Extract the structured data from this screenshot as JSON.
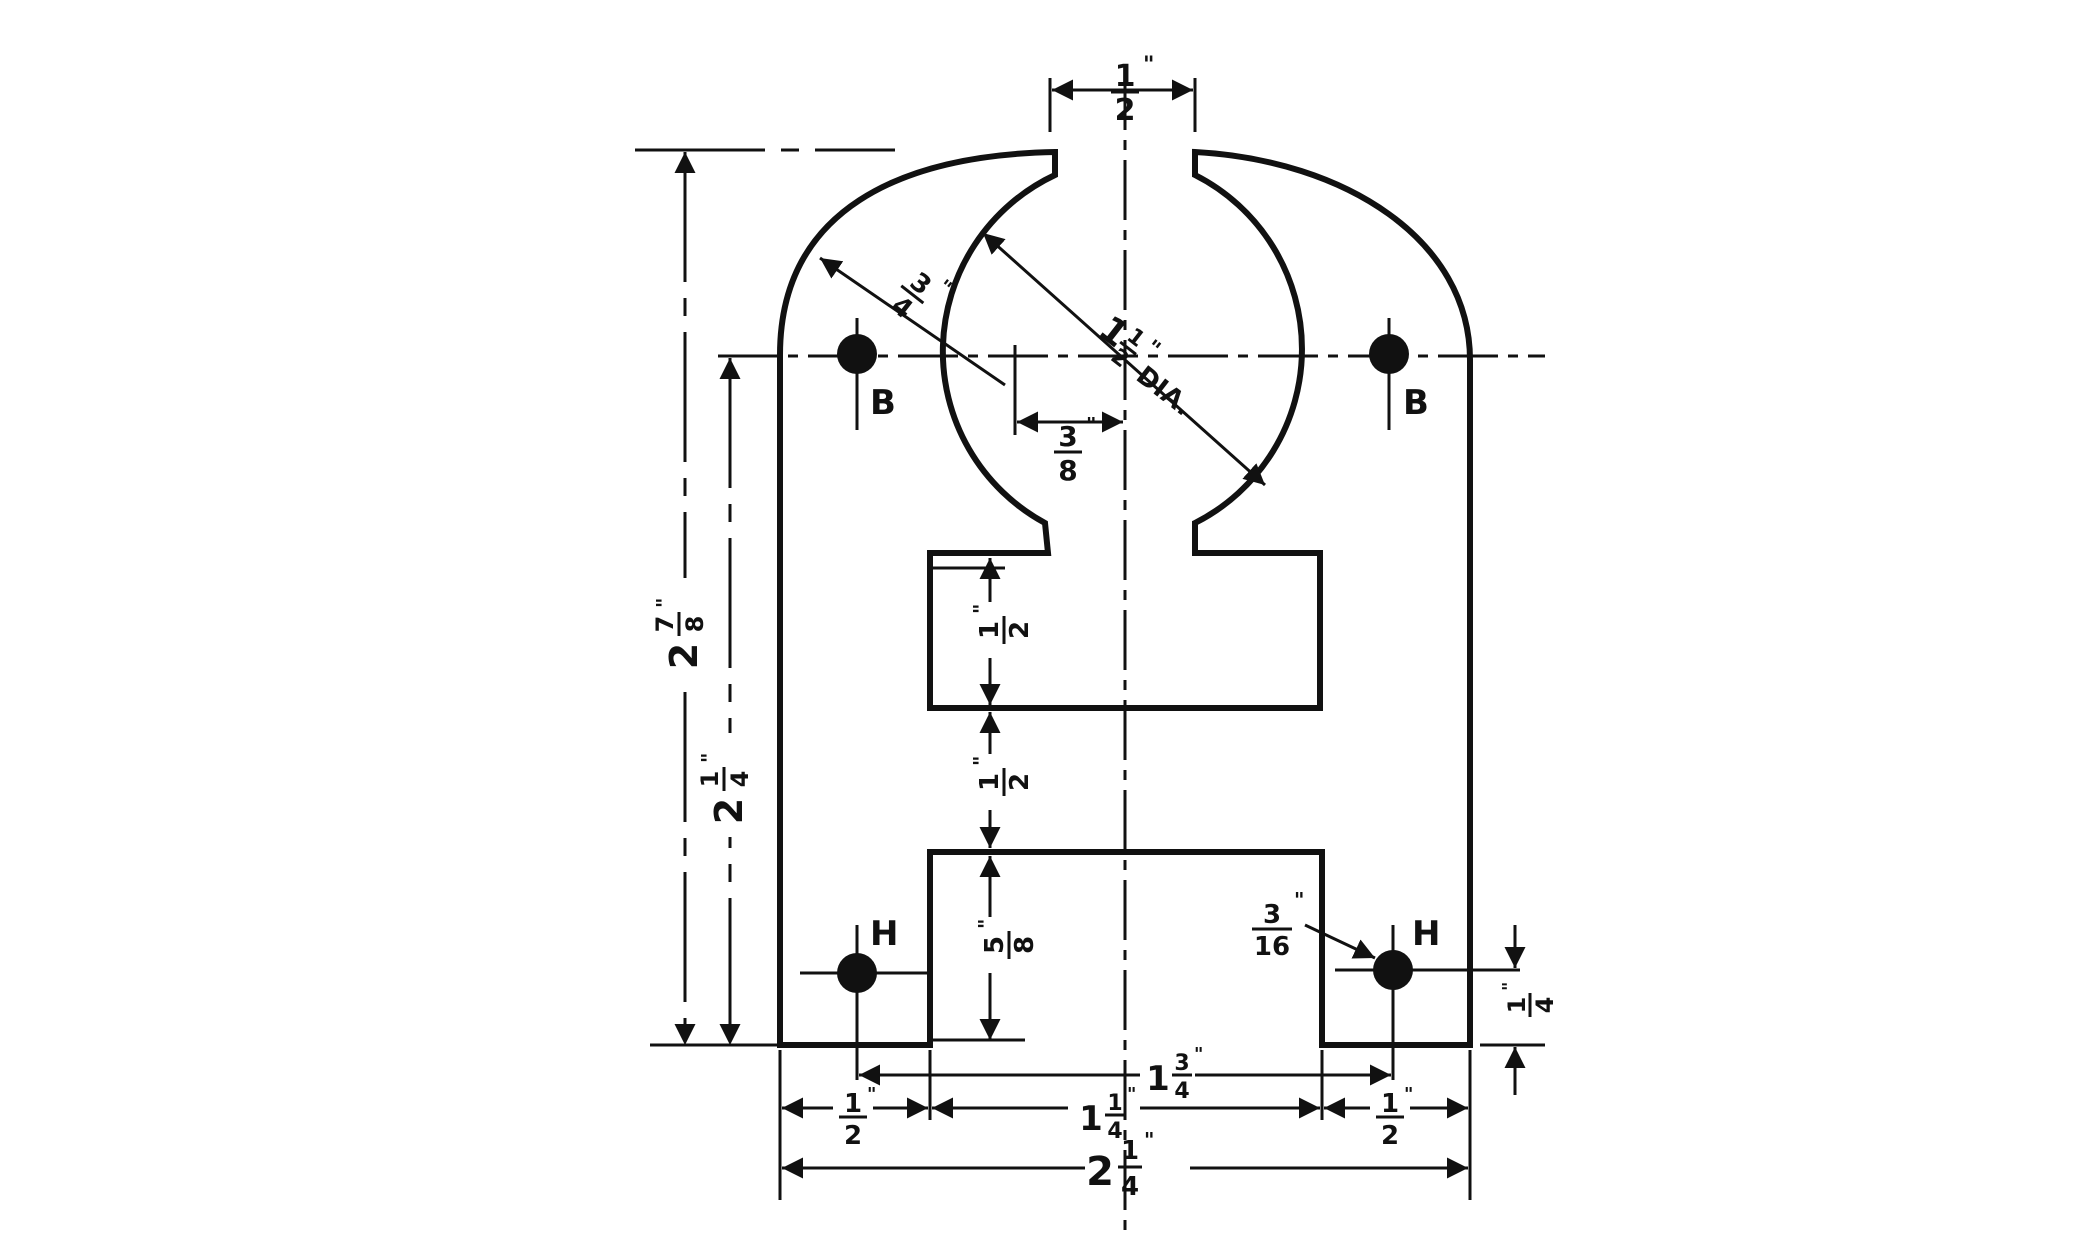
{
  "labels": {
    "hole_b_left": "B",
    "hole_b_right": "B",
    "hole_h_left": "H",
    "hole_h_right": "H",
    "dia_text": "DIA."
  },
  "dimensions": {
    "slot_width": {
      "whole": "",
      "num": "1",
      "den": "2",
      "unit": "\""
    },
    "big_bore": {
      "whole": "1",
      "num": "1",
      "den": "2",
      "unit": "\""
    },
    "outer_radius": {
      "whole": "",
      "num": "3",
      "den": "4",
      "unit": "\""
    },
    "offset": {
      "whole": "",
      "num": "3",
      "den": "8",
      "unit": "\""
    },
    "overall_height": {
      "whole": "2",
      "num": "7",
      "den": "8",
      "unit": "\""
    },
    "lower_height": {
      "whole": "2",
      "num": "1",
      "den": "4",
      "unit": "\""
    },
    "upper_notch": {
      "whole": "",
      "num": "1",
      "den": "2",
      "unit": "\""
    },
    "web": {
      "whole": "",
      "num": "1",
      "den": "2",
      "unit": "\""
    },
    "lower_notch": {
      "whole": "",
      "num": "5",
      "den": "8",
      "unit": "\""
    },
    "hole_dia": {
      "whole": "",
      "num": "3",
      "den": "16",
      "unit": "\""
    },
    "hole_height": {
      "whole": "",
      "num": "1",
      "den": "4",
      "unit": "\""
    },
    "hole_spacing": {
      "whole": "1",
      "num": "3",
      "den": "4",
      "unit": "\""
    },
    "leg_left": {
      "whole": "",
      "num": "1",
      "den": "2",
      "unit": "\""
    },
    "middle": {
      "whole": "1",
      "num": "1",
      "den": "4",
      "unit": "\""
    },
    "leg_right": {
      "whole": "",
      "num": "1",
      "den": "2",
      "unit": "\""
    },
    "overall_width": {
      "whole": "2",
      "num": "1",
      "den": "4",
      "unit": "\""
    }
  }
}
